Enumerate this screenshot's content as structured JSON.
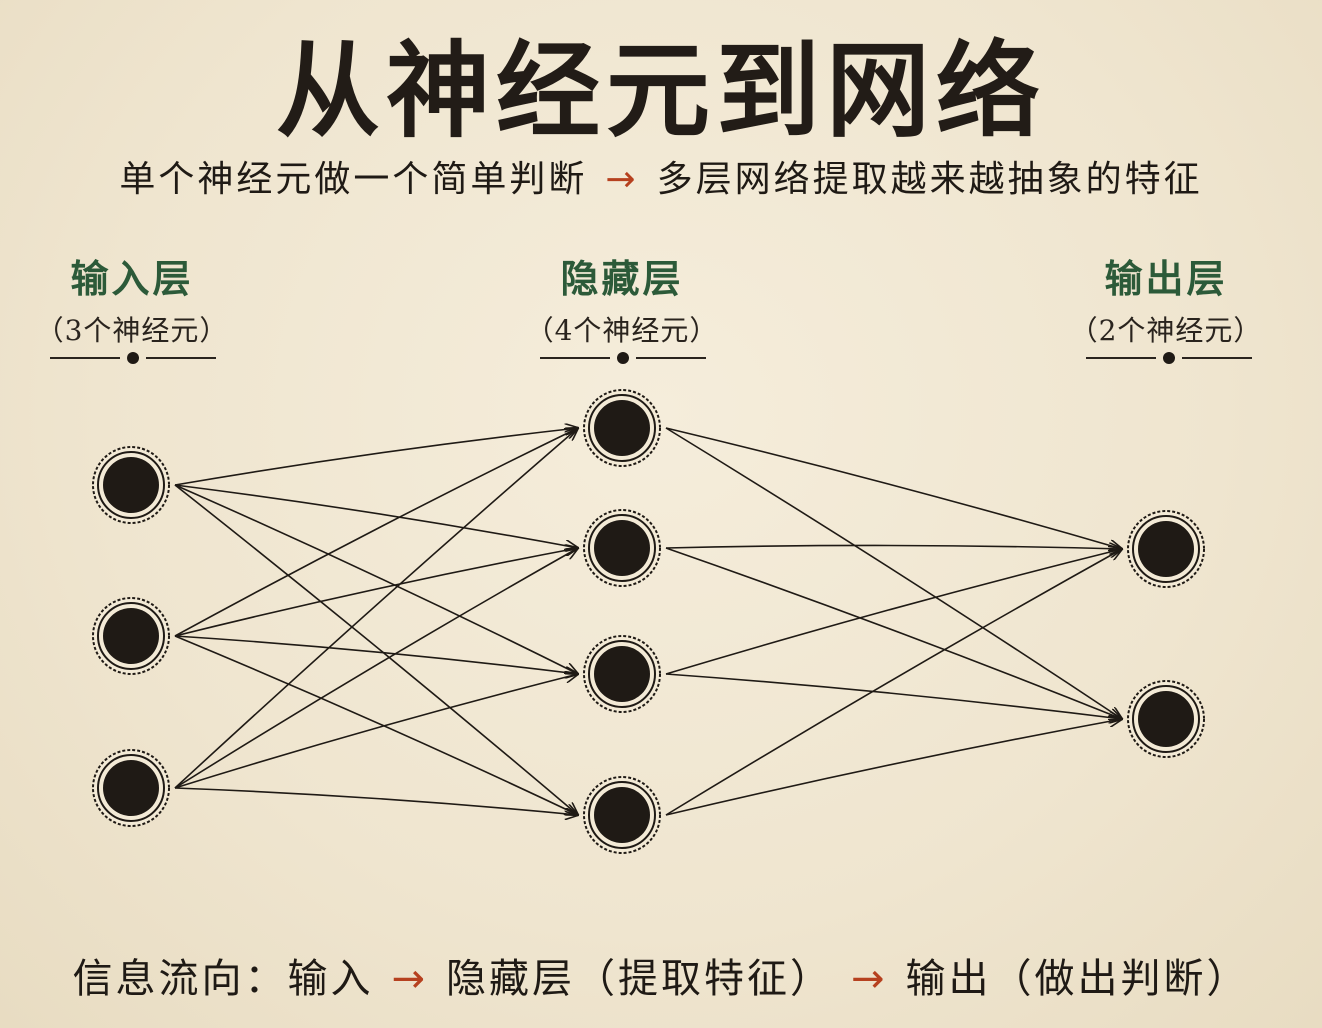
{
  "title": "从神经元到网络",
  "subtitle": {
    "left": "单个神经元做一个简单判断",
    "arrow": "→",
    "right": "多层网络提取越来越抽象的特征"
  },
  "layers": [
    {
      "name": "输入层",
      "count_label": "（3个神经元）",
      "neurons": 3
    },
    {
      "name": "隐藏层",
      "count_label": "（4个神经元）",
      "neurons": 4
    },
    {
      "name": "输出层",
      "count_label": "（2个神经元）",
      "neurons": 2
    }
  ],
  "footer": {
    "prefix": "信息流向：",
    "step1": "输入",
    "arrow1": "→",
    "step2": "隐藏层（提取特征）",
    "arrow2": "→",
    "step3": "输出（做出判断）"
  },
  "colors": {
    "background": "#f1e8d4",
    "layer_name": "#2c5a39",
    "accent_arrow": "#b6411f",
    "neuron_fill": "#1f1a15",
    "ink": "#1f1a15"
  }
}
